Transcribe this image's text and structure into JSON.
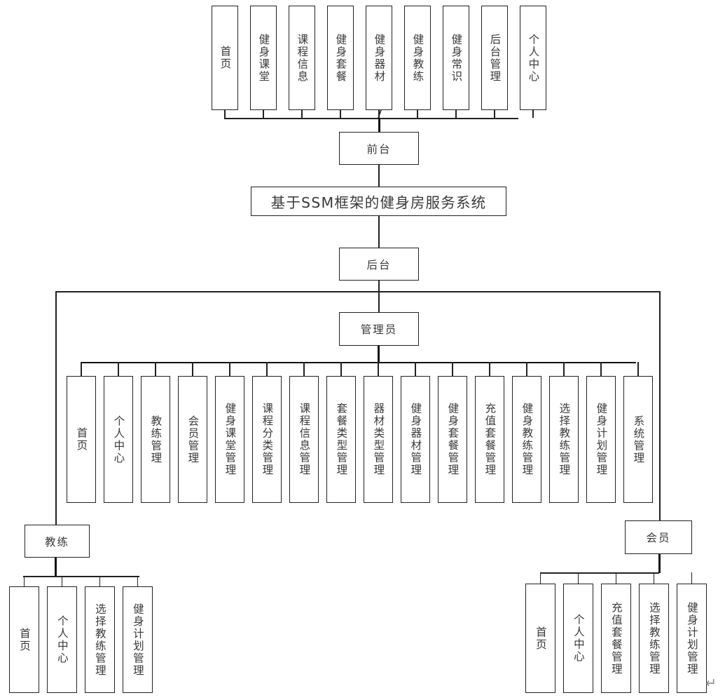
{
  "diagram": {
    "title": "基于SSM框架的健身房服务系统",
    "type": "system-architecture-tree",
    "root_label": "基于SSM框架的健身房服务系统",
    "frontend_label": "前台",
    "backend_label": "后台",
    "admin_label": "管理员",
    "coach_label": "教练",
    "member_label": "会员",
    "end_mark": "↵"
  },
  "frontend_modules": [
    {
      "label": "首页"
    },
    {
      "label": "健身课堂"
    },
    {
      "label": "课程信息"
    },
    {
      "label": "健身套餐"
    },
    {
      "label": "健身器材"
    },
    {
      "label": "健身教练"
    },
    {
      "label": "健身常识"
    },
    {
      "label": "后台管理"
    },
    {
      "label": "个人中心"
    }
  ],
  "admin_modules": [
    {
      "label": "首页"
    },
    {
      "label": "个人中心"
    },
    {
      "label": "教练管理"
    },
    {
      "label": "会员管理"
    },
    {
      "label": "健身课堂管理"
    },
    {
      "label": "课程分类管理"
    },
    {
      "label": "课程信息管理"
    },
    {
      "label": "套餐类型管理"
    },
    {
      "label": "器材类型管理"
    },
    {
      "label": "健身器材管理"
    },
    {
      "label": "健身套餐管理"
    },
    {
      "label": "充值套餐管理"
    },
    {
      "label": "健身教练管理"
    },
    {
      "label": "选择教练管理"
    },
    {
      "label": "健身计划管理"
    },
    {
      "label": "系统管理"
    }
  ],
  "coach_modules": [
    {
      "label": "首页"
    },
    {
      "label": "个人中心"
    },
    {
      "label": "选择教练管理"
    },
    {
      "label": "健身计划管理"
    }
  ],
  "member_modules": [
    {
      "label": "首页"
    },
    {
      "label": "个人中心"
    },
    {
      "label": "充值套餐管理"
    },
    {
      "label": "选择教练管理"
    },
    {
      "label": "健身计划管理"
    }
  ],
  "colors": {
    "stroke": "#222222",
    "text": "#3a3a3a",
    "background": "#ffffff"
  }
}
